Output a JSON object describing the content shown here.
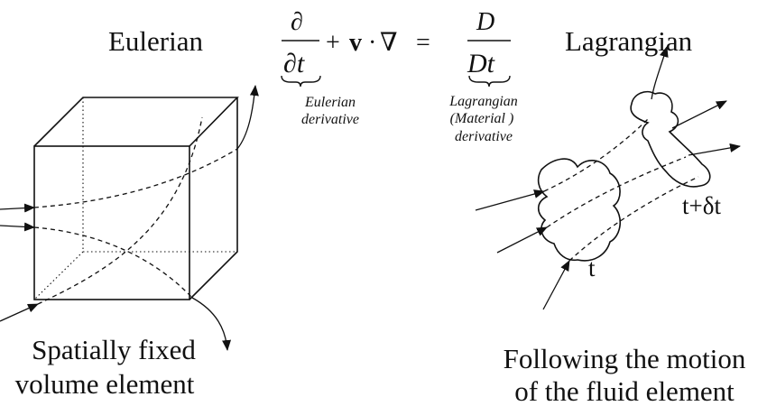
{
  "labels": {
    "eulerian": "Eulerian",
    "lagrangian": "Lagrangian",
    "eulerian_derivative_line1": "Eulerian",
    "eulerian_derivative_line2": "derivative",
    "lagrangian_derivative_line1": "Lagrangian",
    "lagrangian_derivative_line2": "(Material )",
    "lagrangian_derivative_line3": "derivative",
    "left_caption_line1": "Spatially fixed",
    "left_caption_line2": "volume element",
    "right_caption_line1": "Following the motion",
    "right_caption_line2": "of the fluid element",
    "time_t": "t",
    "time_t_dt": "t+δt"
  },
  "equation": {
    "partial": "∂",
    "partial_t": "∂t",
    "plus": "+",
    "v": "v",
    "dot": "·",
    "nabla": "∇",
    "equals": "=",
    "D": "D",
    "Dt": "Dt"
  }
}
